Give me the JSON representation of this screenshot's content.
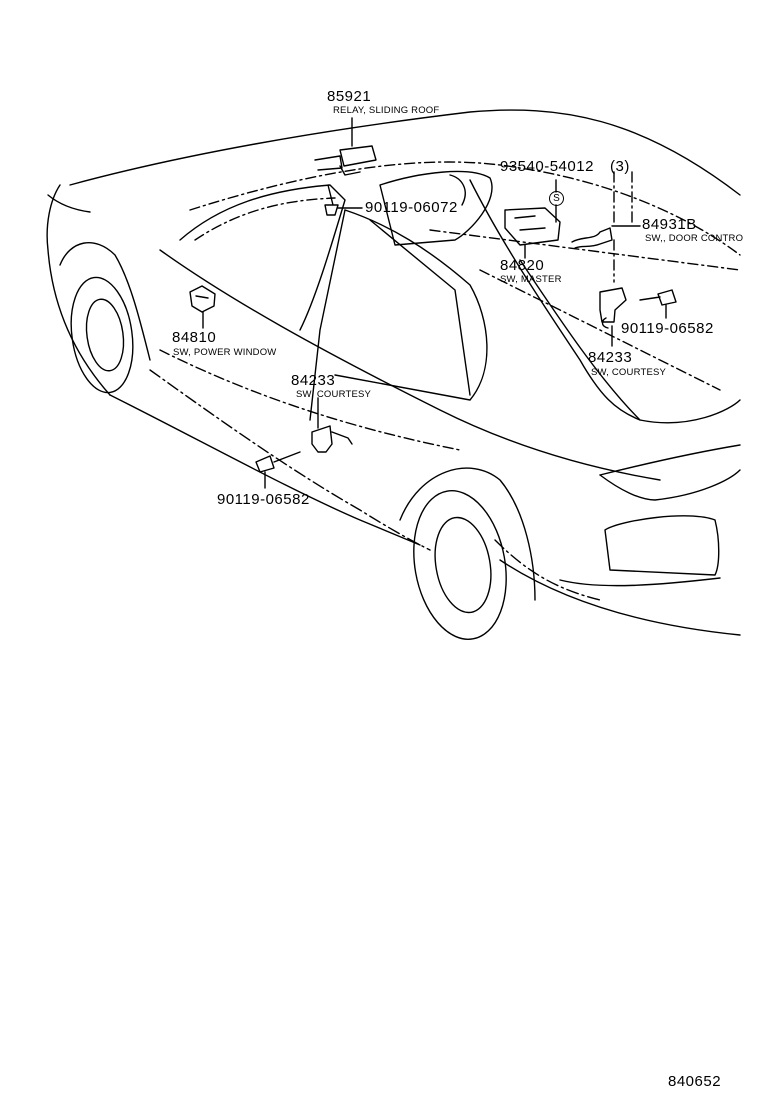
{
  "callouts": {
    "relay_sliding_roof": {
      "part_no": "85921",
      "name": "RELAY, SLIDING ROOF"
    },
    "bolt_relay": {
      "part_no": "90119-06072"
    },
    "screw_master": {
      "part_no": "93540-54012",
      "qty": "(3)"
    },
    "sw_door_control": {
      "part_no": "84931B",
      "name": "SW,, DOOR CONTRO"
    },
    "sw_master": {
      "part_no": "84820",
      "name": "SW, MASTER"
    },
    "bolt_rear_courtesy": {
      "part_no": "90119-06582"
    },
    "sw_courtesy_rear": {
      "part_no": "84233",
      "name": "SW, COURTESY"
    },
    "sw_power_window": {
      "part_no": "84810",
      "name": "SW, POWER WINDOW"
    },
    "sw_courtesy_front": {
      "part_no": "84233",
      "name": "SW, COURTESY"
    },
    "bolt_front_courtesy": {
      "part_no": "90119-06582"
    }
  },
  "s_mark": "S",
  "drawing_number": "840652"
}
